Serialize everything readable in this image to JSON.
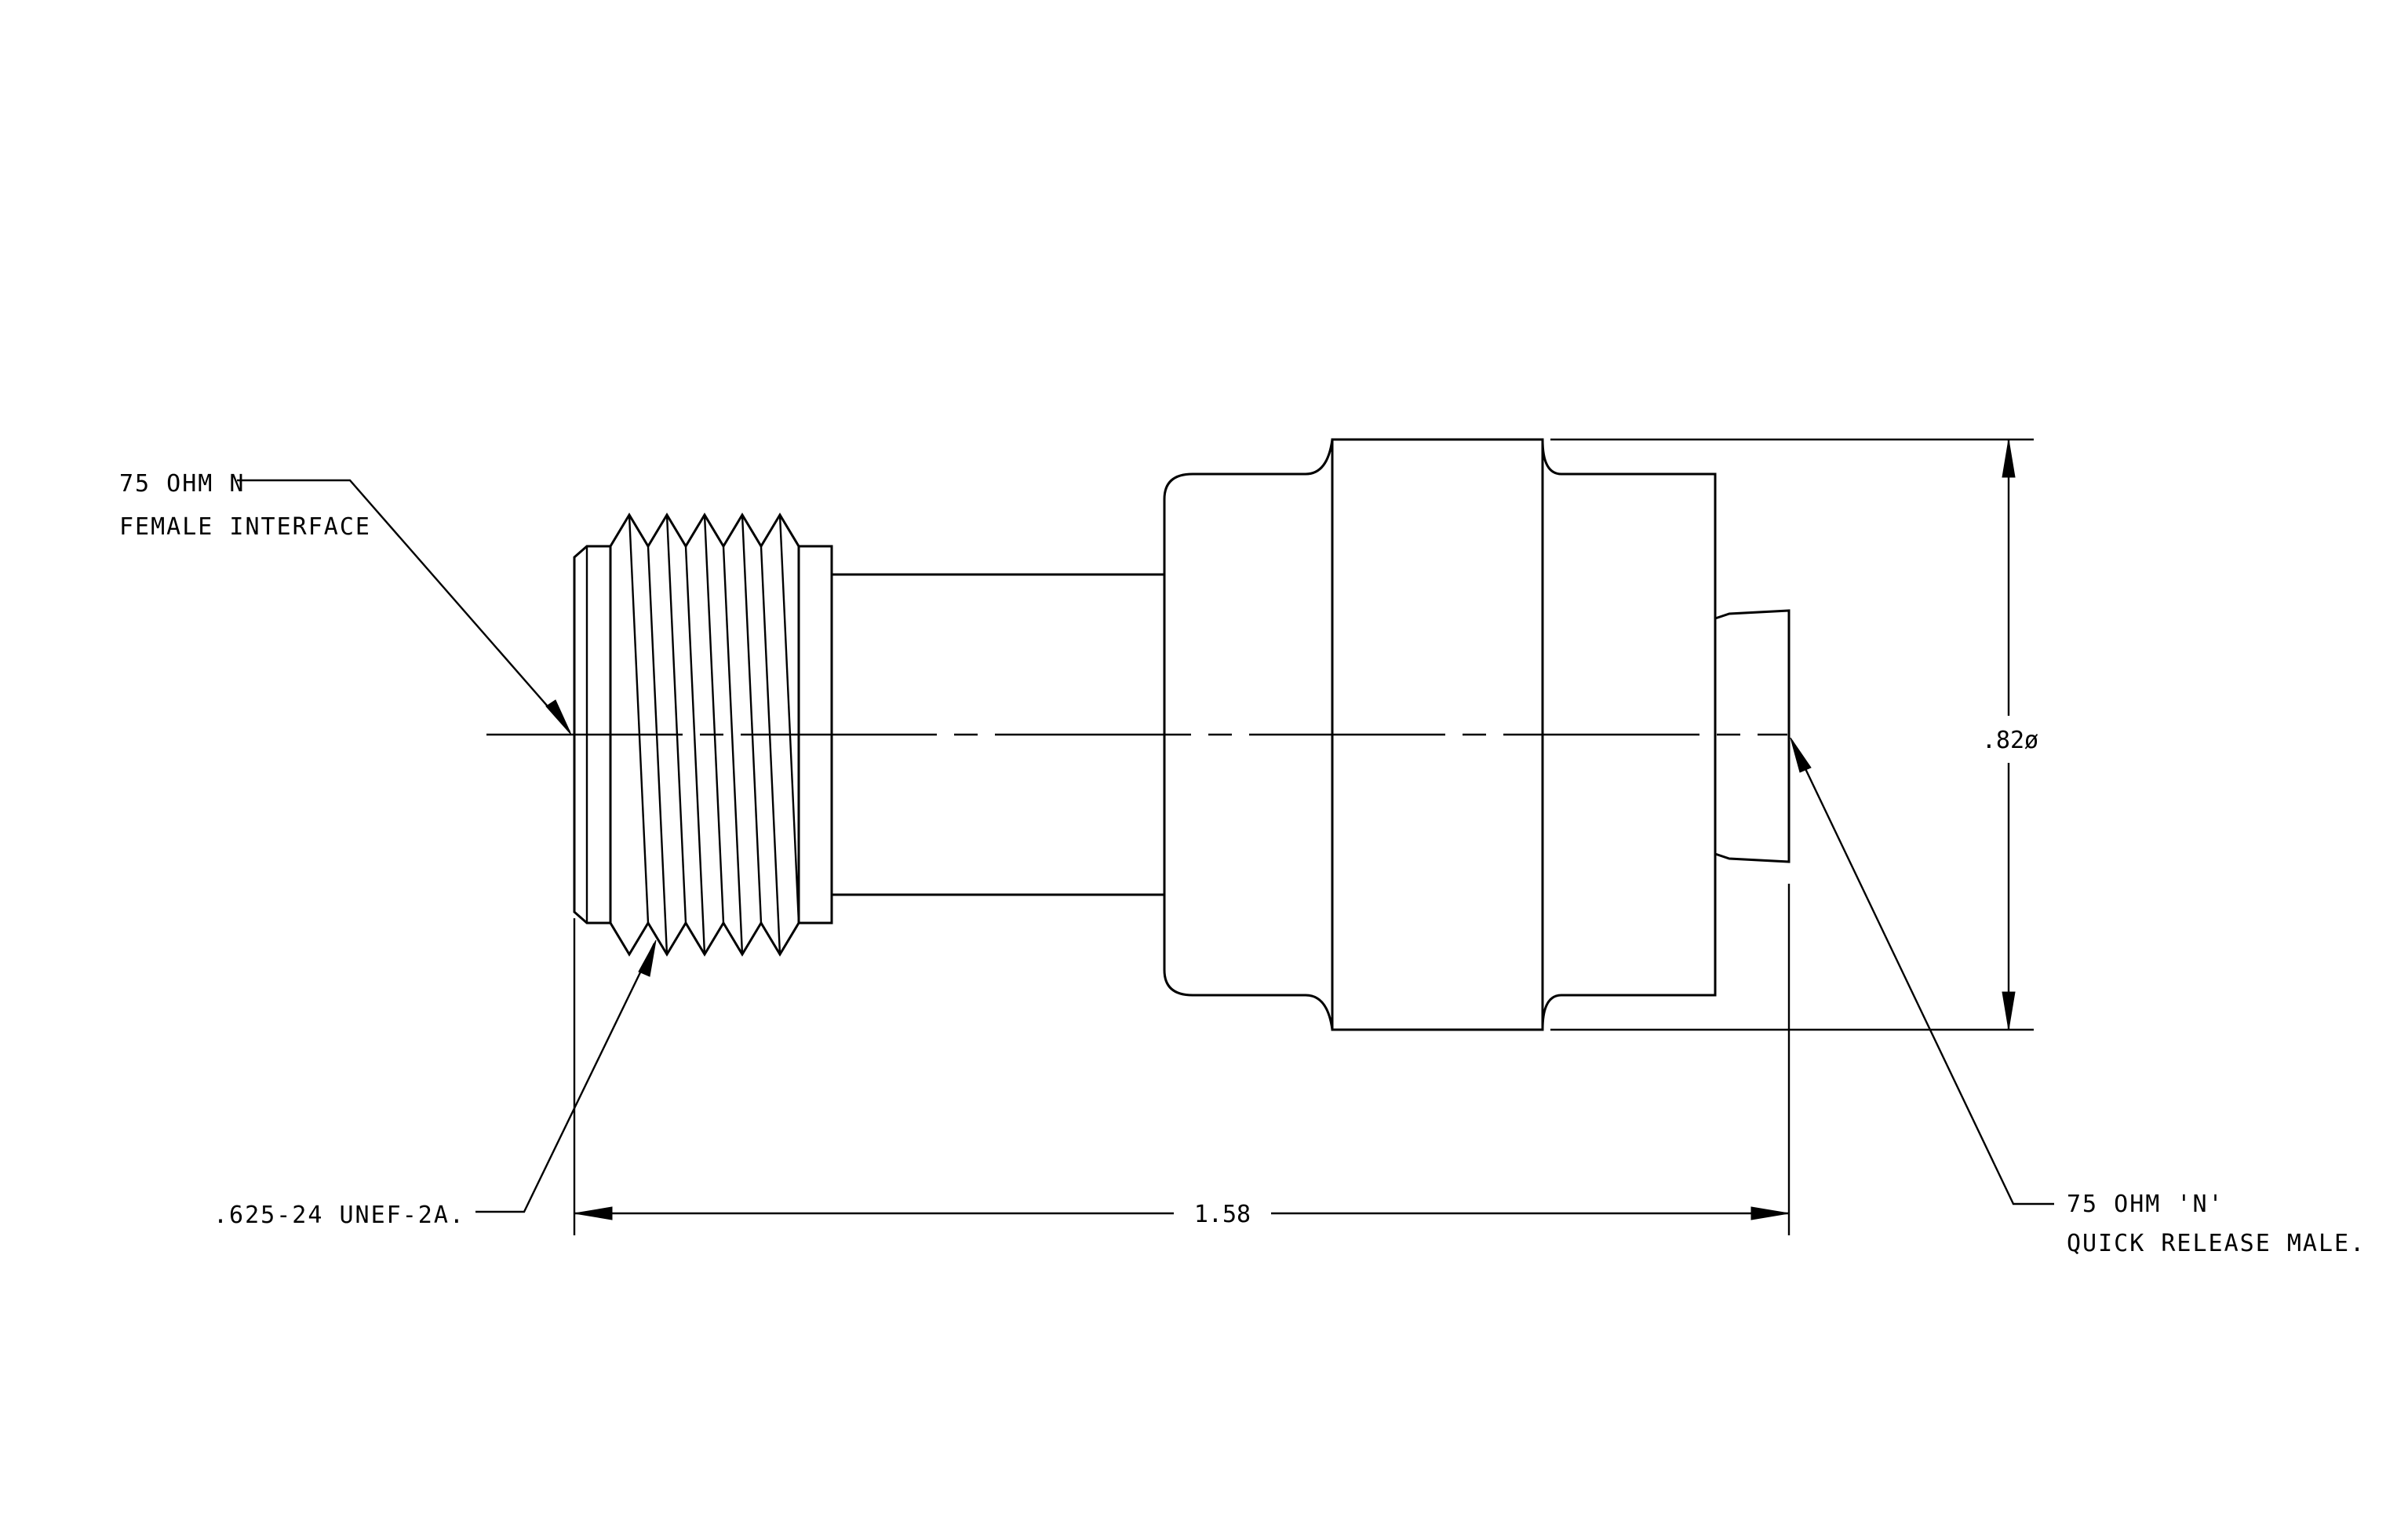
{
  "callouts": {
    "female_interface_line1": "75 OHM N",
    "female_interface_line2": "FEMALE INTERFACE",
    "thread_spec": ".625-24 UNEF-2A.",
    "male_interface_line1": "75 OHM 'N'",
    "male_interface_line2": "QUICK RELEASE MALE."
  },
  "dimensions": {
    "overall_length": "1.58",
    "outer_diameter": ".82ø"
  },
  "colors": {
    "ink": "#000000",
    "paper": "#ffffff"
  }
}
